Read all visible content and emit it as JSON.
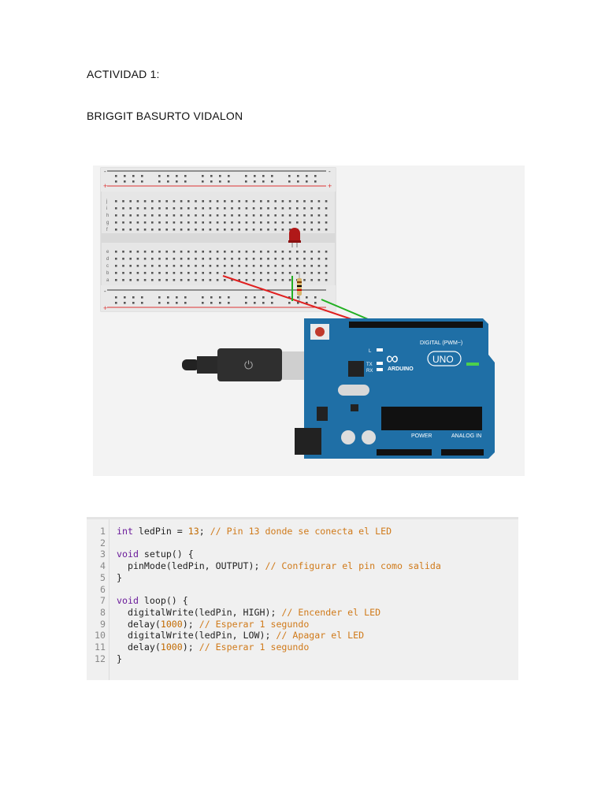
{
  "document": {
    "heading1": "ACTIVIDAD 1:",
    "heading2": "BRIGGIT BASURTO VIDALON"
  },
  "circuit": {
    "breadboard_labels": {
      "plus": "+",
      "minus": "-",
      "rows_top": [
        "j",
        "i",
        "h",
        "g",
        "f"
      ],
      "rows_bottom": [
        "e",
        "d",
        "c",
        "b",
        "a"
      ]
    },
    "arduino": {
      "brand": "ARDUINO",
      "model": "UNO",
      "digital_label": "DIGITAL (PWM~)",
      "power_label": "POWER",
      "analog_label": "ANALOG IN",
      "tx_label": "TX",
      "rx_label": "RX",
      "l_label": "L",
      "board_color": "#1f6fa6"
    },
    "wire_colors": {
      "red": "#e02020",
      "green": "#22b022"
    }
  },
  "code": {
    "line_numbers": [
      "1",
      "2",
      "3",
      "4",
      "5",
      "6",
      "7",
      "8",
      "9",
      "10",
      "11",
      "12"
    ],
    "lines": [
      [
        {
          "t": "int",
          "c": "kw"
        },
        {
          "t": " ledPin = ",
          "c": "tx"
        },
        {
          "t": "13",
          "c": "num"
        },
        {
          "t": "; ",
          "c": "tx"
        },
        {
          "t": "// Pin 13 donde se conecta el LED",
          "c": "cm"
        }
      ],
      [],
      [
        {
          "t": "void",
          "c": "kw"
        },
        {
          "t": " setup() {",
          "c": "tx"
        }
      ],
      [
        {
          "t": "  pinMode(ledPin, OUTPUT); ",
          "c": "tx"
        },
        {
          "t": "// Configurar el pin como salida",
          "c": "cm"
        }
      ],
      [
        {
          "t": "}",
          "c": "tx"
        }
      ],
      [],
      [
        {
          "t": "void",
          "c": "kw"
        },
        {
          "t": " loop() {",
          "c": "tx"
        }
      ],
      [
        {
          "t": "  digitalWrite(ledPin, HIGH); ",
          "c": "tx"
        },
        {
          "t": "// Encender el LED",
          "c": "cm"
        }
      ],
      [
        {
          "t": "  delay(",
          "c": "tx"
        },
        {
          "t": "1000",
          "c": "num"
        },
        {
          "t": "); ",
          "c": "tx"
        },
        {
          "t": "// Esperar 1 segundo",
          "c": "cm"
        }
      ],
      [
        {
          "t": "  digitalWrite(ledPin, LOW); ",
          "c": "tx"
        },
        {
          "t": "// Apagar el LED",
          "c": "cm"
        }
      ],
      [
        {
          "t": "  delay(",
          "c": "tx"
        },
        {
          "t": "1000",
          "c": "num"
        },
        {
          "t": "); ",
          "c": "tx"
        },
        {
          "t": "// Esperar 1 segundo",
          "c": "cm"
        }
      ],
      [
        {
          "t": "}",
          "c": "tx"
        }
      ]
    ]
  }
}
